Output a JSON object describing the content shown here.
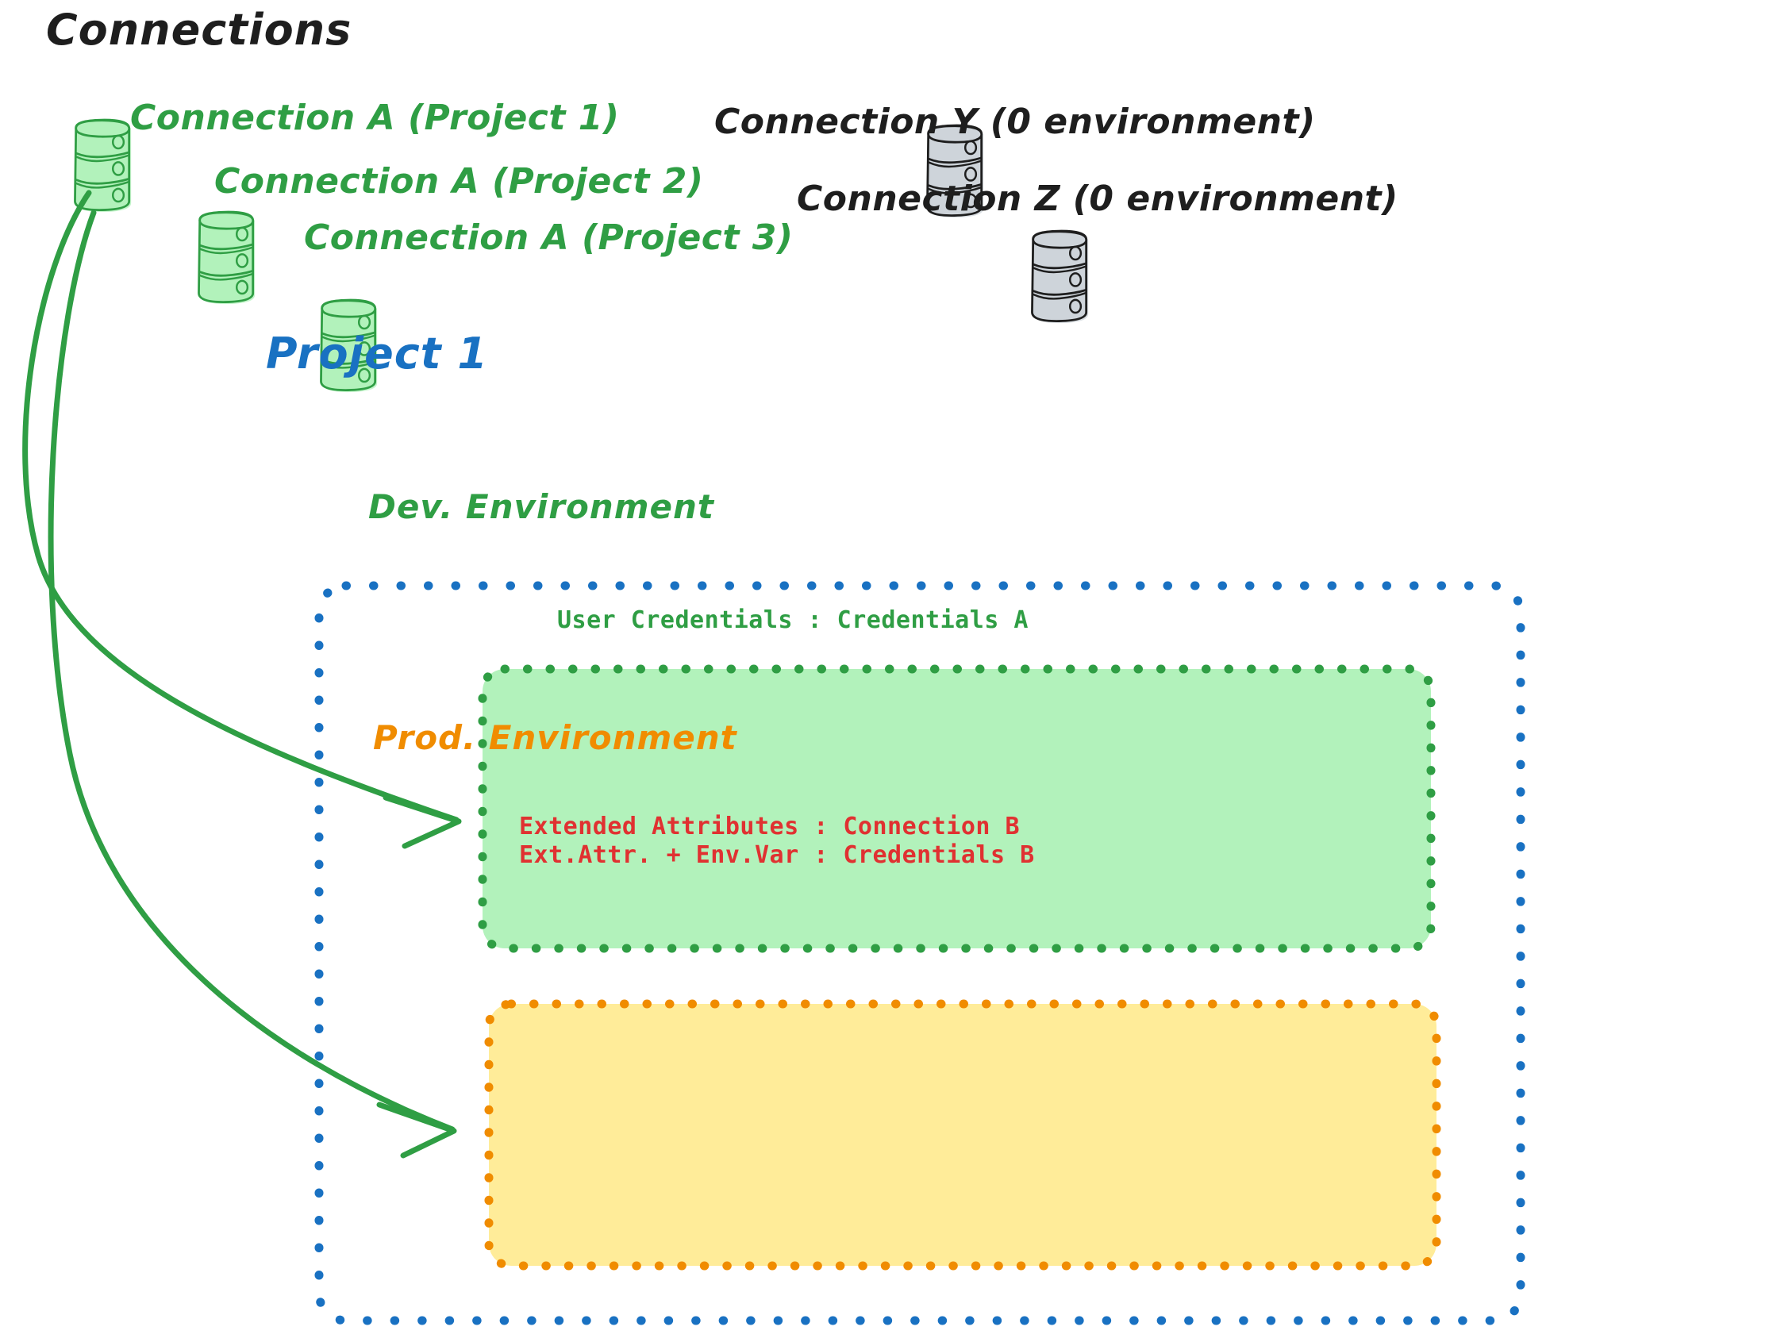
{
  "diagram": {
    "title": "Connections",
    "project_label": "Project 1",
    "connections": [
      {
        "label": "Connection A (Project 1)",
        "color": "#2f9e44",
        "kind": "database-icon"
      },
      {
        "label": "Connection A (Project 2)",
        "color": "#2f9e44",
        "kind": "database-icon"
      },
      {
        "label": "Connection A (Project 3)",
        "color": "#2f9e44",
        "kind": "database-icon"
      },
      {
        "label": "Connection Y (0 environment)",
        "color": "#1e1e1e",
        "kind": "database-icon"
      },
      {
        "label": "Connection Z (0 environment)",
        "color": "#1e1e1e",
        "kind": "database-icon"
      }
    ],
    "environments": [
      {
        "name": "Dev. Environment",
        "accent": "#2f9e44",
        "fill": "#b2f2bb",
        "lines": [
          "User Credentials : Credentials A"
        ],
        "line_color": "#2f9e44"
      },
      {
        "name": "Prod. Environment",
        "accent": "#f08c00",
        "fill": "#ffec99",
        "lines": [
          "Extended Attributes : Connection B",
          "Ext.Attr. + Env.Var : Credentials B"
        ],
        "line_color": "#e03131"
      }
    ],
    "colors": {
      "project_border": "#1971c2",
      "green_stroke": "#2f9e44",
      "green_fill": "#b2f2bb",
      "gray_stroke": "#1e1e1e",
      "gray_fill": "#ced4da",
      "orange_stroke": "#f08c00",
      "orange_fill": "#ffec99",
      "red_text": "#e03131",
      "ink": "#1e1e1e"
    },
    "arrows": [
      {
        "from": "Connection A (Project 1)",
        "to": "Dev. Environment"
      },
      {
        "from": "Connection A (Project 1)",
        "to": "Prod. Environment"
      }
    ]
  }
}
